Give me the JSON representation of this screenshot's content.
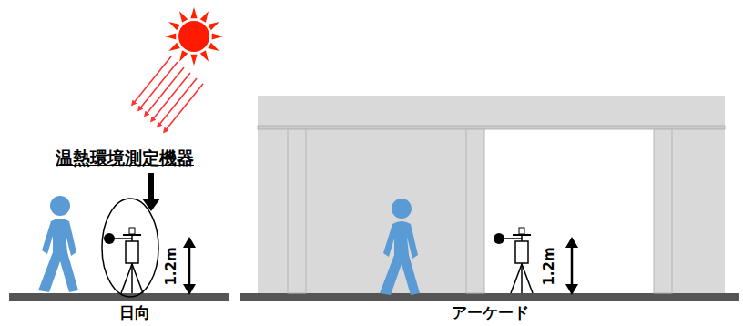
{
  "diagram": {
    "labels": [
      "温熱環境測定機器",
      "1.2m",
      "日向",
      "1.2m",
      "アーケード"
    ]
  }
}
